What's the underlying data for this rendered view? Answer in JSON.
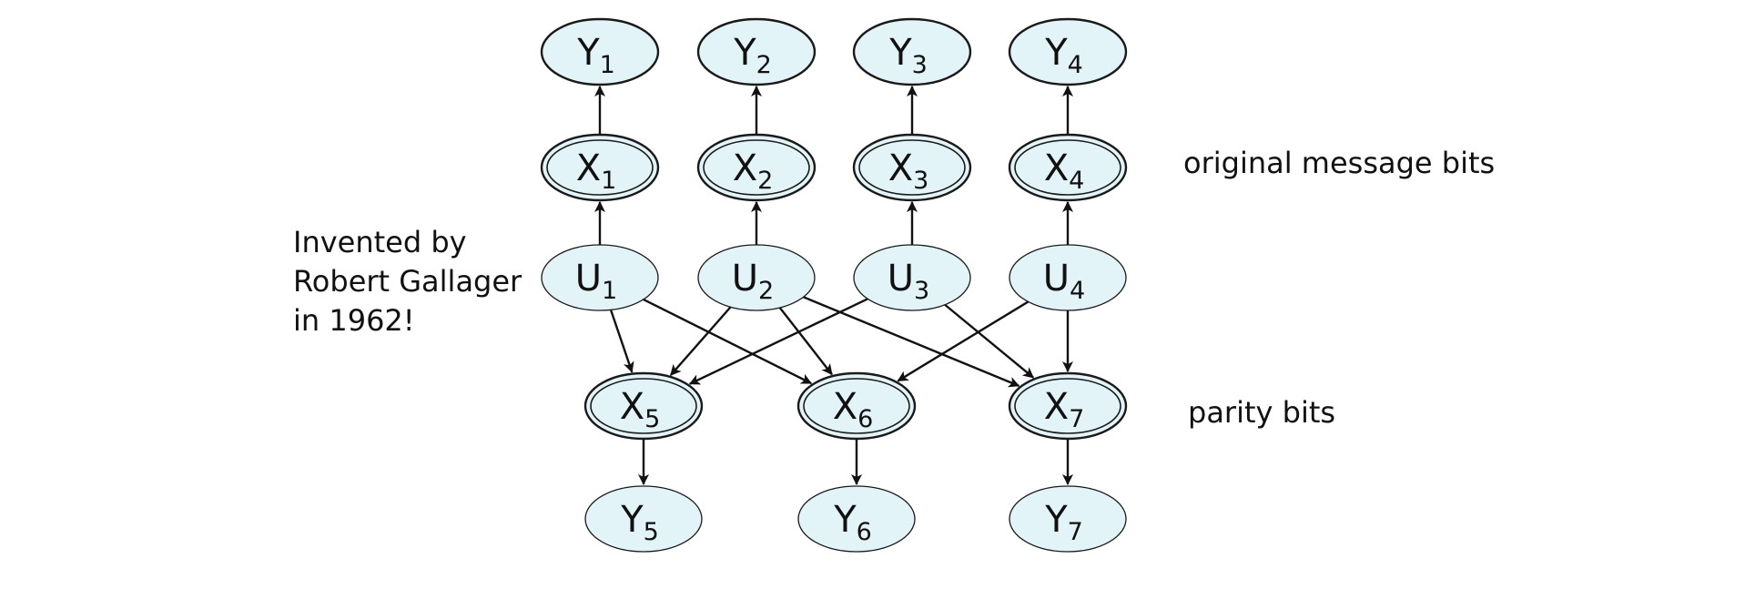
{
  "colors": {
    "node_fill": "#e3f4f8",
    "node_stroke": "#1a1a1a",
    "edge": "#111111",
    "text": "#111111"
  },
  "caption": {
    "line1": "Invented by",
    "line2": "Robert Gallager",
    "line3": "in 1962!"
  },
  "side_labels": {
    "original": "original message bits",
    "parity": "parity bits"
  },
  "nodes": [
    {
      "id": "Y1",
      "base": "Y",
      "sub": "1",
      "kind": "single"
    },
    {
      "id": "Y2",
      "base": "Y",
      "sub": "2",
      "kind": "single"
    },
    {
      "id": "Y3",
      "base": "Y",
      "sub": "3",
      "kind": "single"
    },
    {
      "id": "Y4",
      "base": "Y",
      "sub": "4",
      "kind": "single"
    },
    {
      "id": "X1",
      "base": "X",
      "sub": "1",
      "kind": "double"
    },
    {
      "id": "X2",
      "base": "X",
      "sub": "2",
      "kind": "double"
    },
    {
      "id": "X3",
      "base": "X",
      "sub": "3",
      "kind": "double"
    },
    {
      "id": "X4",
      "base": "X",
      "sub": "4",
      "kind": "double"
    },
    {
      "id": "U1",
      "base": "U",
      "sub": "1",
      "kind": "plain"
    },
    {
      "id": "U2",
      "base": "U",
      "sub": "2",
      "kind": "plain"
    },
    {
      "id": "U3",
      "base": "U",
      "sub": "3",
      "kind": "plain"
    },
    {
      "id": "U4",
      "base": "U",
      "sub": "4",
      "kind": "plain"
    },
    {
      "id": "X5",
      "base": "X",
      "sub": "5",
      "kind": "double"
    },
    {
      "id": "X6",
      "base": "X",
      "sub": "6",
      "kind": "double"
    },
    {
      "id": "X7",
      "base": "X",
      "sub": "7",
      "kind": "double"
    },
    {
      "id": "Y5",
      "base": "Y",
      "sub": "5",
      "kind": "plain"
    },
    {
      "id": "Y6",
      "base": "Y",
      "sub": "6",
      "kind": "plain"
    },
    {
      "id": "Y7",
      "base": "Y",
      "sub": "7",
      "kind": "plain"
    }
  ],
  "edges": [
    [
      "X1",
      "Y1"
    ],
    [
      "X2",
      "Y2"
    ],
    [
      "X3",
      "Y3"
    ],
    [
      "X4",
      "Y4"
    ],
    [
      "U1",
      "X1"
    ],
    [
      "U2",
      "X2"
    ],
    [
      "U3",
      "X3"
    ],
    [
      "U4",
      "X4"
    ],
    [
      "U1",
      "X5"
    ],
    [
      "U1",
      "X6"
    ],
    [
      "U2",
      "X5"
    ],
    [
      "U2",
      "X6"
    ],
    [
      "U2",
      "X7"
    ],
    [
      "U3",
      "X5"
    ],
    [
      "U3",
      "X7"
    ],
    [
      "U4",
      "X6"
    ],
    [
      "U4",
      "X7"
    ],
    [
      "X5",
      "Y5"
    ],
    [
      "X6",
      "Y6"
    ],
    [
      "X7",
      "Y7"
    ]
  ]
}
